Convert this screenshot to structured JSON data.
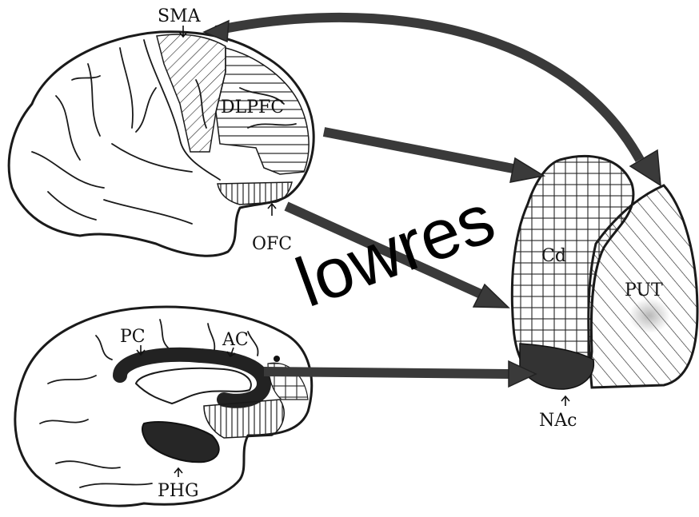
{
  "labels": {
    "sma": "SMA",
    "dlpfc": "DLPFC",
    "ofc": "OFC",
    "cd": "Cd",
    "put": "PUT",
    "pc": "PC",
    "ac": "AC",
    "nac": "NAc",
    "phg": "PHG"
  },
  "watermark": "lowres"
}
